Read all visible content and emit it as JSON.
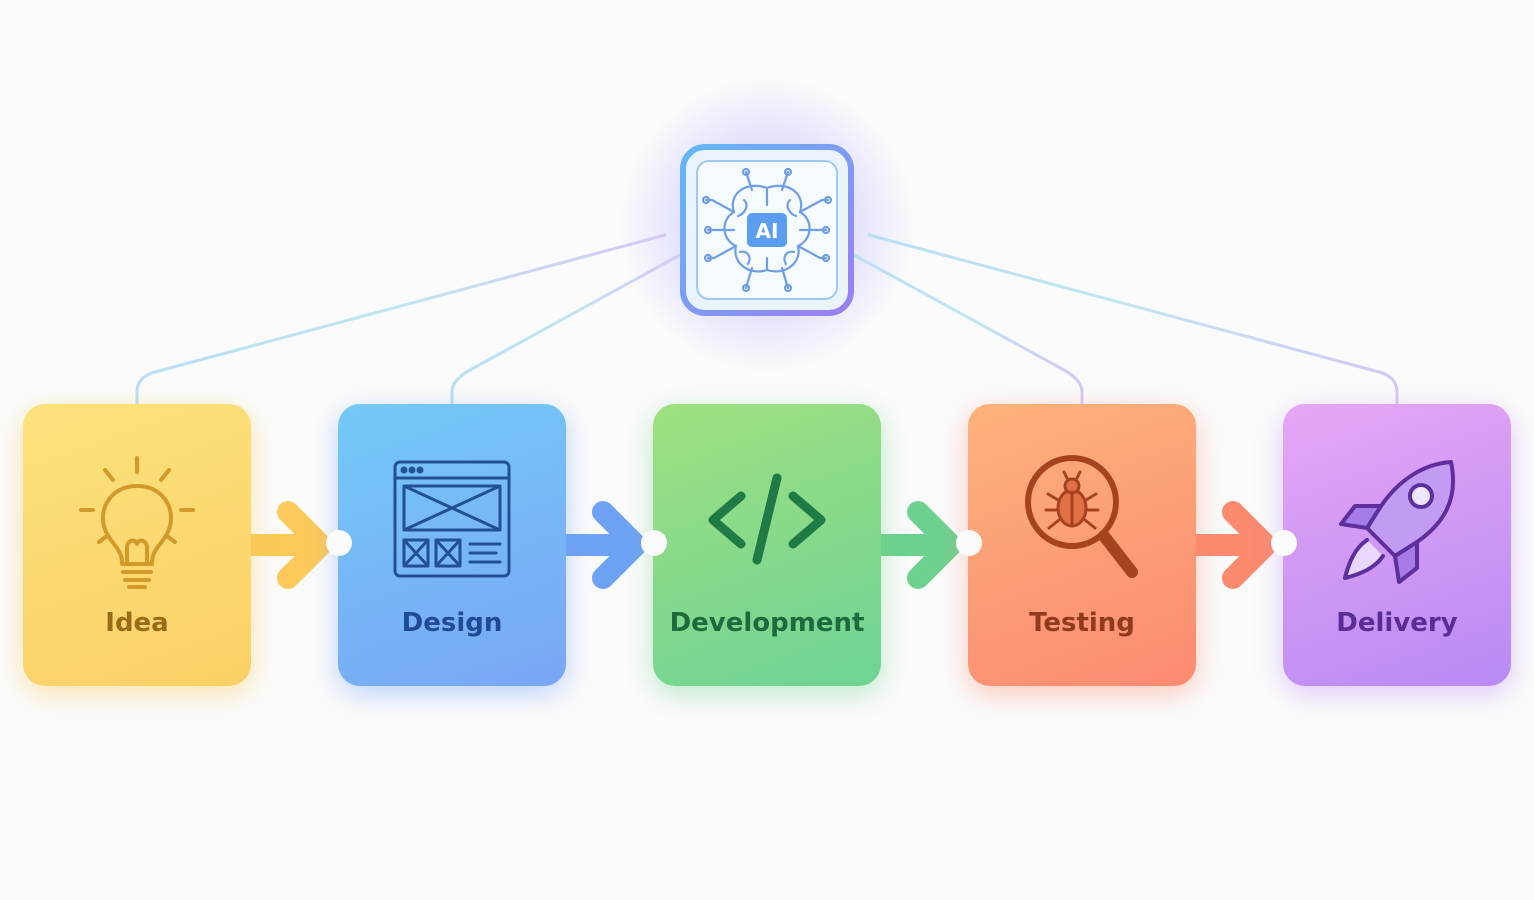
{
  "hub": {
    "label": "AI",
    "icon": "ai-chip-brain-icon",
    "glow_colors": [
      "#6edcff",
      "#a08cff"
    ]
  },
  "stages": [
    {
      "label": "Idea",
      "icon": "lightbulb-icon",
      "color": "#fbd066",
      "text_color": "#9a6a14"
    },
    {
      "label": "Design",
      "icon": "wireframe-layout-icon",
      "color": "#7aa6f6",
      "text_color": "#1f4b94"
    },
    {
      "label": "Development",
      "icon": "code-brackets-icon",
      "color": "#6ed396",
      "text_color": "#1d6b3c"
    },
    {
      "label": "Testing",
      "icon": "bug-magnifier-icon",
      "color": "#fc8a72",
      "text_color": "#8f3b1c"
    },
    {
      "label": "Delivery",
      "icon": "rocket-icon",
      "color": "#b78bf4",
      "text_color": "#5a2c95"
    }
  ],
  "arrow_colors": [
    "#fcc95a",
    "#6ea2f5",
    "#6cd18e",
    "#fb8a6e"
  ]
}
